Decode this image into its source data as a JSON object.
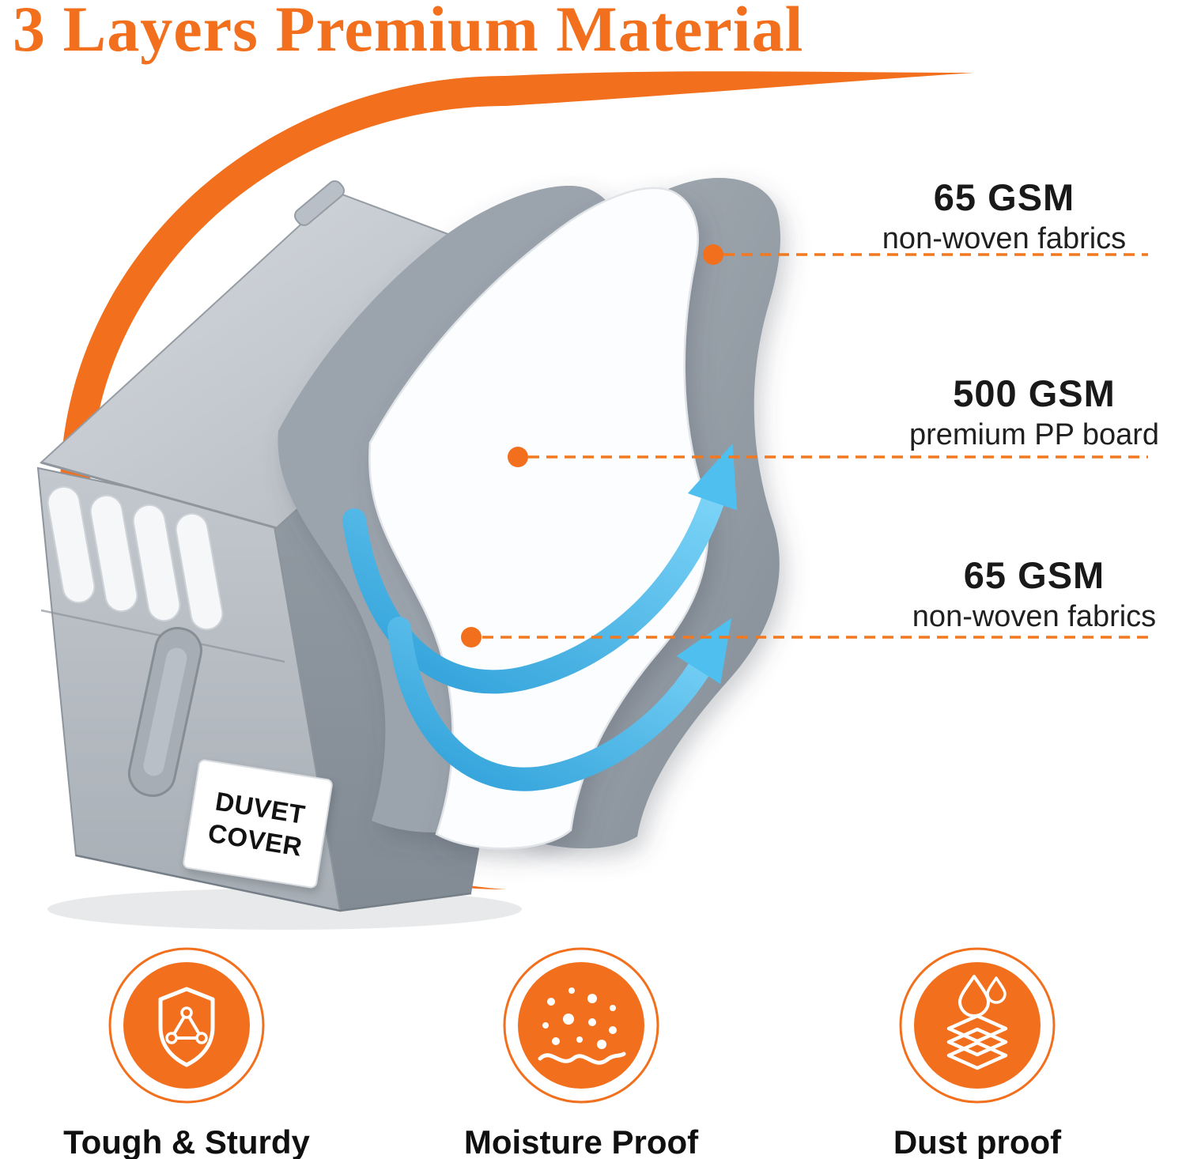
{
  "title": "3 Layers Premium Material",
  "colors": {
    "accent_orange": "#F2701D",
    "arrow_blue": "#4FBFEF",
    "box_gray": "#9ba3ac",
    "layer_white": "#fcfdfe",
    "text_dark": "#191919"
  },
  "box": {
    "label_line1": "DUVET",
    "label_line2": "COVER"
  },
  "callouts": [
    {
      "value": "65 GSM",
      "desc": "non-woven fabrics"
    },
    {
      "value": "500 GSM",
      "desc": "premium PP board"
    },
    {
      "value": "65 GSM",
      "desc": "non-woven fabrics"
    }
  ],
  "features": [
    {
      "icon": "shield-triangle-icon",
      "label": "Tough & Sturdy"
    },
    {
      "icon": "moisture-dots-wave-icon",
      "label": "Moisture Proof"
    },
    {
      "icon": "layers-waterdrops-icon",
      "label": "Dust proof"
    }
  ]
}
